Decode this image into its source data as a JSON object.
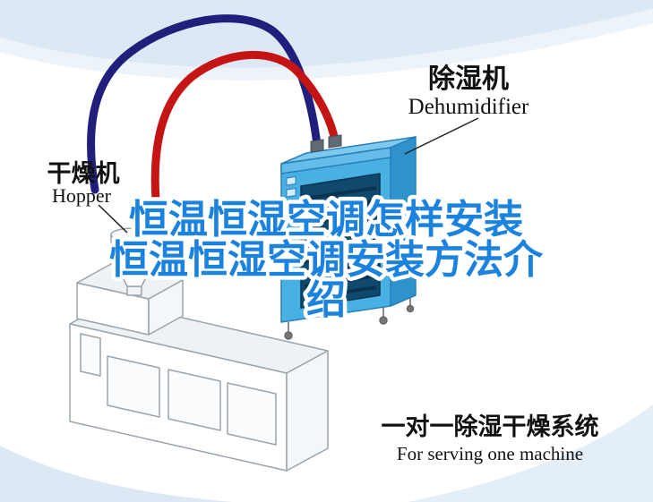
{
  "headline": {
    "line1": "恒温恒湿空调怎样安装",
    "line2": "恒温恒湿空调安装方法介",
    "line3": "绍",
    "color": "#1b82dd",
    "outline_color": "#ffffff"
  },
  "labels": {
    "dehumidifier": {
      "cn": "除湿机",
      "en": "Dehumidifier"
    },
    "hopper": {
      "cn": "干燥机",
      "en": "Hopper"
    },
    "system": {
      "cn": "一对一除湿干燥系统",
      "en": "For serving one machine"
    }
  },
  "colors": {
    "pipe_red": "#c51414",
    "pipe_blue": "#20207c",
    "dehumidifier_front": "#49b0e4",
    "dehumidifier_side": "#2e92cc",
    "dehumidifier_top": "#7ec9ee",
    "grille_dark": "#0f4a6e",
    "swoosh_blue": "#dce8f3",
    "label_text": "#111111",
    "background": "#ffffff"
  }
}
